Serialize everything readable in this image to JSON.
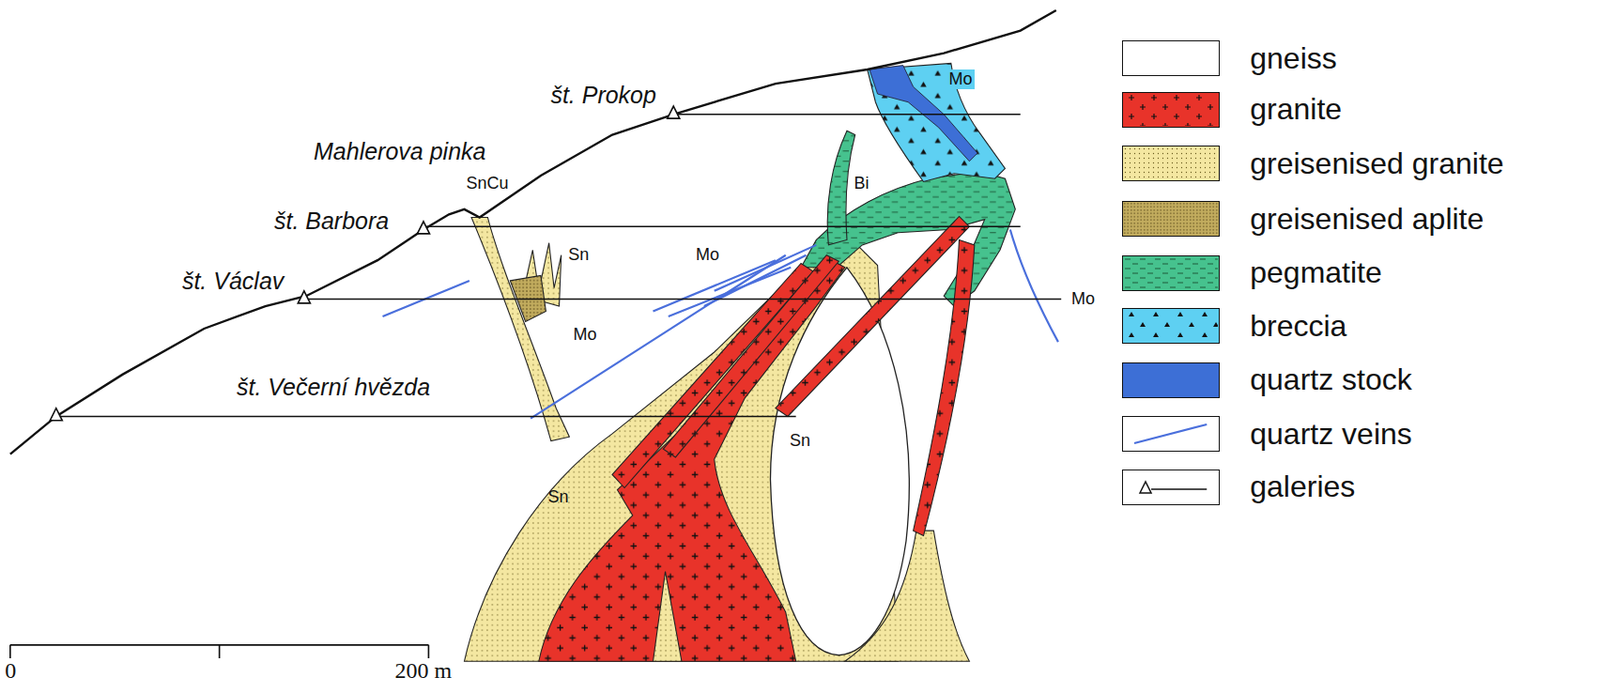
{
  "diagram": {
    "labels": [
      "Mo",
      "Bi",
      "Mahlerova pinka",
      "SnCu",
      "št. Prokop",
      "št. Barbora",
      "Sn",
      "Mo",
      "Mo",
      "št. Václav",
      "Mo",
      "št. Večerní hvězda",
      "Sn",
      "Sn",
      "0",
      "200 m"
    ],
    "legend": [
      {
        "text": "gneiss",
        "color": "#ffffff"
      },
      {
        "text": "granite",
        "color": "#e8332a"
      },
      {
        "text": "greisenised granite",
        "color": "#f4e7a1"
      },
      {
        "text": "greisenised aplite",
        "color": "#c2ac5e"
      },
      {
        "text": "pegmatite",
        "color": "#46c28e"
      },
      {
        "text": "breccia",
        "color": "#5ed0f2"
      },
      {
        "text": "quartz stock",
        "color": "#3d6fd6"
      },
      {
        "text": "quartz veins"
      },
      {
        "text": "galeries"
      }
    ]
  }
}
